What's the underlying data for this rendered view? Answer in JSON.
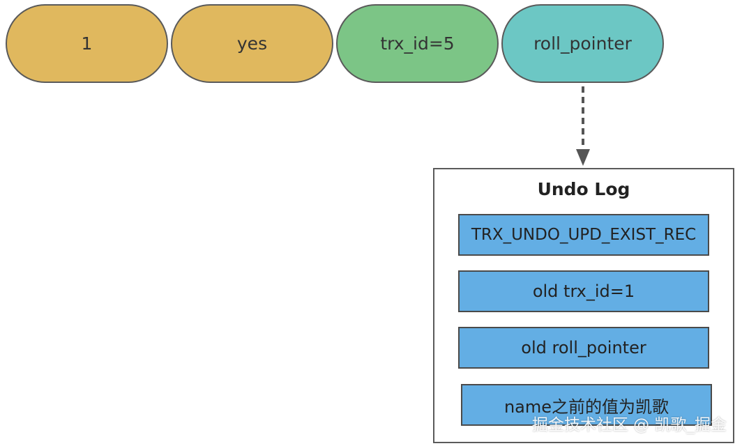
{
  "row": {
    "fields": [
      {
        "label": "1",
        "color": "#E0B85E"
      },
      {
        "label": "yes",
        "color": "#E0B85E"
      },
      {
        "label": "trx_id=5",
        "color": "#7CC586"
      },
      {
        "label": "roll_pointer",
        "color": "#6CC7C4"
      }
    ]
  },
  "undo_log": {
    "title": "Undo Log",
    "field_color": "#63AEE4",
    "fields": [
      "TRX_UNDO_UPD_EXIST_REC",
      "old trx_id=1",
      "old roll_pointer",
      "name之前的值为凯歌"
    ]
  },
  "watermark": "掘金技术社区 @ 凯歌_掘金"
}
